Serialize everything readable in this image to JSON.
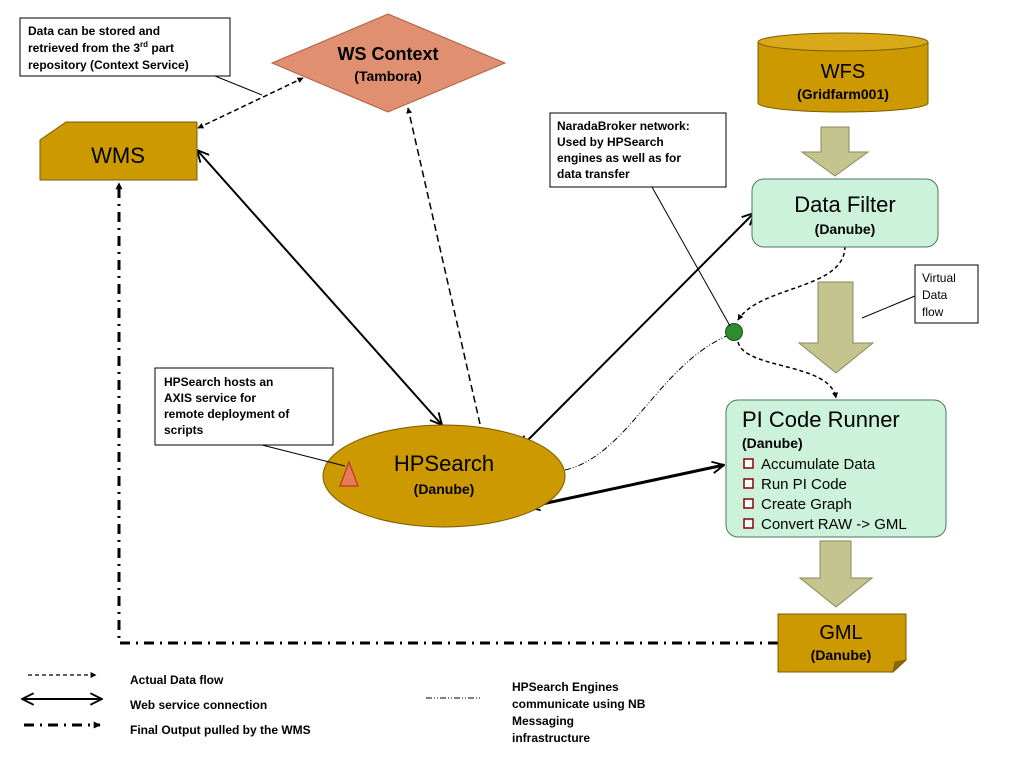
{
  "colors": {
    "gold": "#CC9900",
    "salmon": "#E09070",
    "mint": "#CCF2DC",
    "greyarrow": "#C4C48E",
    "node": "#2E8B2E",
    "bullet": "#8B0000"
  },
  "nodes": {
    "wms": {
      "label": "WMS"
    },
    "ws_context": {
      "title": "WS Context",
      "host": "(Tambora)"
    },
    "wfs": {
      "title": "WFS",
      "host": "(Gridfarm001)"
    },
    "data_filter": {
      "title": "Data Filter",
      "host": "(Danube)"
    },
    "hpsearch": {
      "title": "HPSearch",
      "host": "(Danube)"
    },
    "pi_code_runner": {
      "title": "PI Code Runner",
      "host": "(Danube)",
      "steps": [
        "Accumulate Data",
        "Run PI Code",
        "Create Graph",
        "Convert RAW -> GML"
      ]
    },
    "gml": {
      "title": "GML",
      "host": "(Danube)"
    }
  },
  "callouts": {
    "context_service": {
      "line1": "Data can be stored and",
      "line2_pre": "retrieved from the 3",
      "line2_sup": "rd",
      "line2_post": " part",
      "line3": "repository (Context Service)"
    },
    "naradabroker": {
      "lines": [
        "NaradaBroker network:",
        "Used by HPSearch",
        "engines as well as for",
        "data transfer"
      ]
    },
    "axis_service": {
      "lines": [
        "HPSearch hosts an",
        "AXIS service for",
        "remote deployment of",
        "scripts"
      ]
    },
    "virtual_flow": {
      "lines": [
        "Virtual",
        "Data",
        "flow"
      ]
    }
  },
  "legend": {
    "actual_data_flow": "Actual Data flow",
    "web_service_connection": "Web service connection",
    "final_output": "Final Output pulled by the WMS",
    "hpsearch_engines": [
      "HPSearch Engines",
      "communicate using NB",
      "Messaging",
      "infrastructure"
    ]
  }
}
